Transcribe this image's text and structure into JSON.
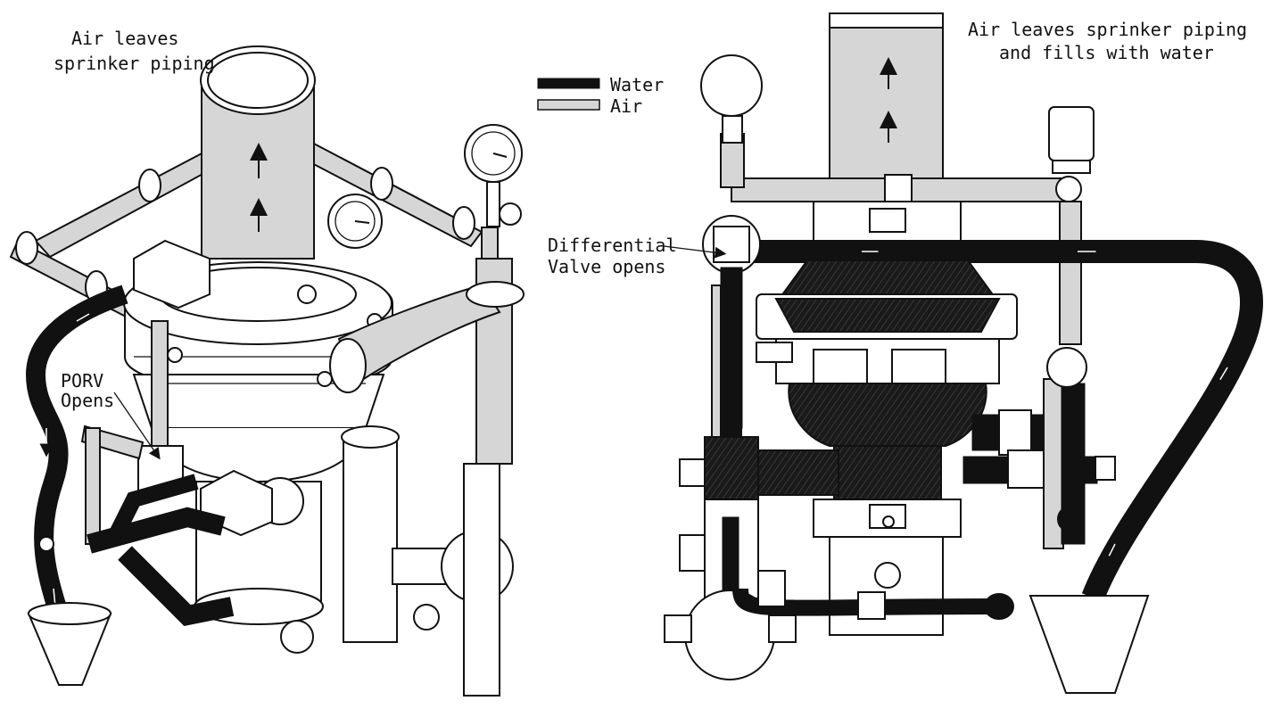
{
  "left_figure": {
    "title_line1": "Air leaves",
    "title_line2": "sprinker piping",
    "callout_line1": "PORV",
    "callout_line2": "Opens"
  },
  "right_figure": {
    "title_line1": "Air leaves sprinker piping",
    "title_line2": "and fills with water",
    "callout_line1": "Differential",
    "callout_line2": "Valve opens"
  },
  "legend": {
    "items": [
      {
        "label": "Water",
        "color": "#111111"
      },
      {
        "label": "Air",
        "color": "#d6d6d6"
      }
    ]
  }
}
